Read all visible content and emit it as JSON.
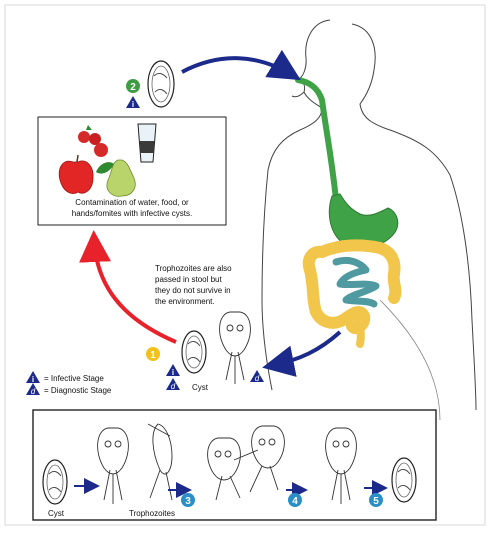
{
  "food_box": {
    "caption_lines": [
      "Contamination of water, food, or",
      "hands/fomites with infective cysts."
    ]
  },
  "note": {
    "lines": [
      "Trophozoites are also",
      "passed in stool but",
      "they do not survive in",
      "the environment."
    ]
  },
  "legend": {
    "infective_symbol": "i",
    "infective_label": "= Infective Stage",
    "diagnostic_symbol": "d",
    "diagnostic_label": "= Diagnostic Stage"
  },
  "stages": {
    "step1": "1",
    "step2": "2",
    "step3": "3",
    "step4": "4",
    "step5": "5",
    "cyst_label": "Cyst",
    "marker_i": "i",
    "marker_d": "d"
  },
  "bottom_panel": {
    "cyst_label": "Cyst",
    "trophozoites_label": "Trophozoites"
  },
  "colors": {
    "arrow_blue": "#1c2a8c",
    "arrow_red": "#e8222a",
    "step_number_badge": "#f2c11a",
    "step_badge_green": "#3f9c44",
    "step_badge_blue": "#2a8fc6",
    "stomach_green": "#3fa247",
    "colon_yellow": "#f2c64a",
    "small_intestine_teal": "#4f9aa0"
  }
}
